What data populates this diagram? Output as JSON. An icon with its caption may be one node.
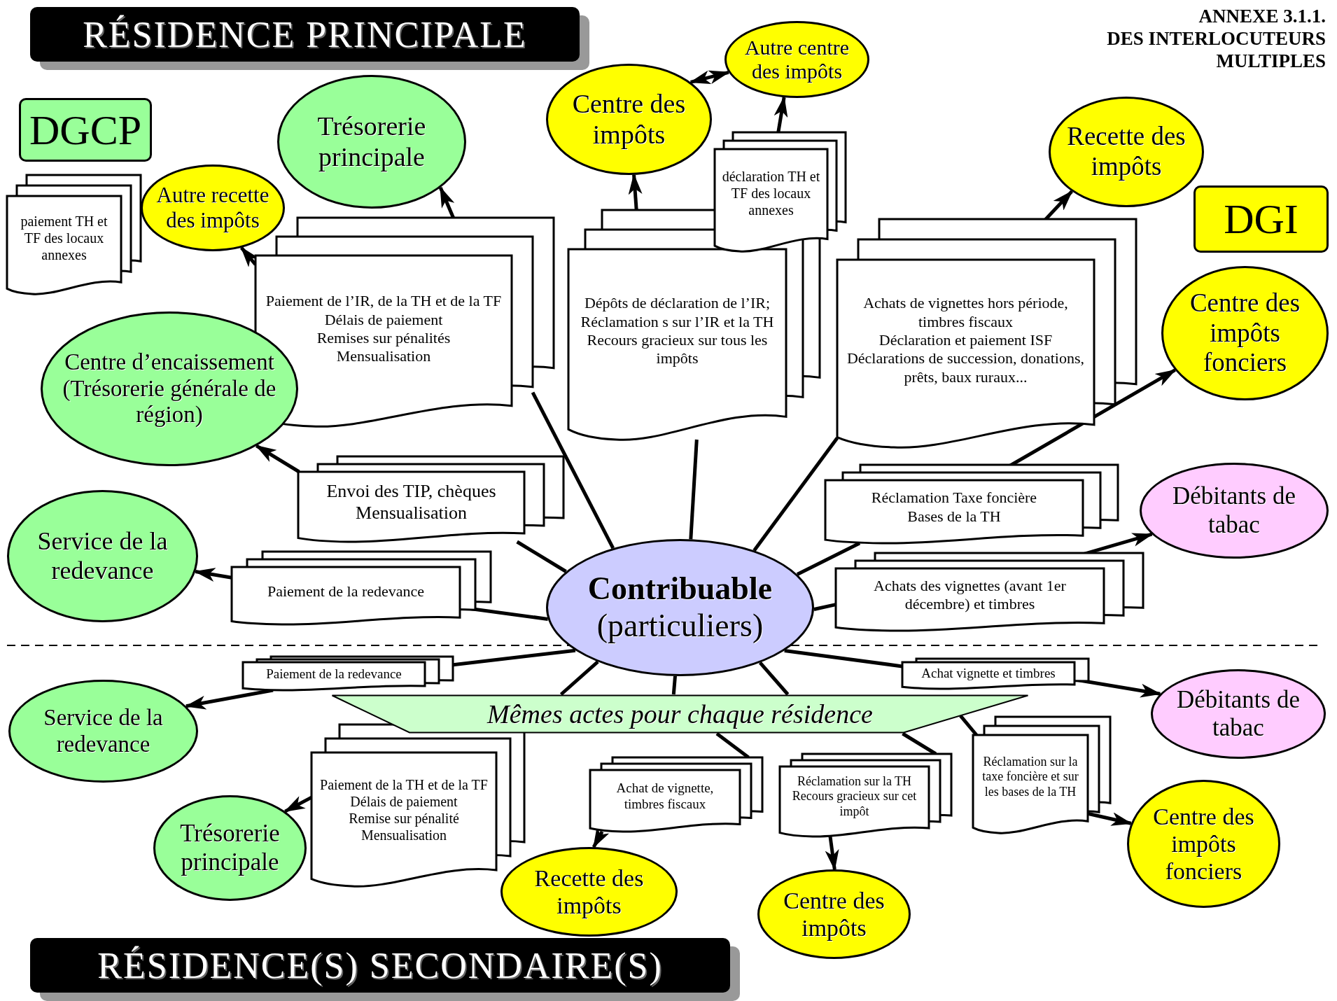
{
  "diagram": {
    "title": "ANNEXE 3.1.1.",
    "nodes": [
      {
        "text": [
          "RÉSIDENCE PRINCIPALE"
        ]
      },
      {
        "text": [
          "DGCP"
        ]
      },
      {
        "text": [
          "paiement TH et TF des locaux annexes"
        ]
      },
      {
        "text": [
          "Trésorerie principale"
        ]
      },
      {
        "text": [
          "Autre recette des impôts"
        ]
      },
      {
        "text": [
          "Paiement de l’IR, de la TH et de la TF",
          "Délais de paiement",
          "Remises sur pénalités",
          "Mensualisation"
        ]
      },
      {
        "text": [
          "Centre d’encaissement (Trésorerie générale de région)"
        ]
      },
      {
        "text": [
          "Centre des impôts"
        ]
      },
      {
        "text": [
          "Autre centre des impôts"
        ]
      },
      {
        "text": [
          "Dépôts de déclaration de l’IR; Réclamation s sur l’IR et la TH",
          "Recours gracieux sur tous les impôts"
        ]
      },
      {
        "text": [
          "déclaration TH et TF des locaux annexes"
        ]
      },
      {
        "text": [
          "Recette des impôts"
        ]
      },
      {
        "text": [
          "DGI"
        ]
      },
      {
        "text": [
          "Achats de vignettes hors période, timbres fiscaux",
          "Déclaration et paiement ISF",
          "Déclarations de succession, donations, prêts, baux ruraux..."
        ]
      },
      {
        "text": [
          "Centre des impôts fonciers"
        ]
      },
      {
        "text": [
          "Envoi des TIP, chèques",
          "Mensualisation"
        ]
      },
      {
        "text": [
          "Service de la redevance"
        ]
      },
      {
        "text": [
          "Paiement de la redevance"
        ]
      },
      {
        "text": [
          "Contribuable",
          "(particuliers)"
        ]
      },
      {
        "text": [
          "Réclamation Taxe foncière",
          "Bases de la TH"
        ]
      },
      {
        "text": [
          "Débitants de tabac"
        ]
      },
      {
        "text": [
          "Achats des vignettes (avant 1er décembre) et timbres"
        ]
      },
      {
        "text": [
          "Paiement de la redevance"
        ]
      },
      {
        "text": [
          "Service de la redevance"
        ]
      },
      {
        "text": [
          "Achat vignette et timbres"
        ]
      },
      {
        "text": [
          "Débitants de tabac"
        ]
      },
      {
        "text": [
          "Mêmes actes pour chaque résidence"
        ]
      },
      {
        "text": [
          "Paiement de la TH et de la TF",
          "Délais de paiement",
          "Remise sur pénalité",
          "Mensualisation"
        ]
      },
      {
        "text": [
          "Trésorerie principale"
        ]
      },
      {
        "text": [
          "Achat de vignette, timbres fiscaux"
        ]
      },
      {
        "text": [
          "Recette des impôts"
        ]
      },
      {
        "text": [
          "Réclamation sur la TH",
          "Recours gracieux sur cet impôt"
        ]
      },
      {
        "text": [
          "Centre des impôts"
        ]
      },
      {
        "text": [
          "Réclamation sur la taxe foncière et sur les bases de la TH"
        ]
      },
      {
        "text": [
          "Centre des impôts fonciers"
        ]
      },
      {
        "text": [
          "RÉSIDENCE(S) SECONDAIRE(S)"
        ]
      }
    ],
    "edges": [
      {
        "from": 18,
        "to": 5,
        "arrow": "none"
      },
      {
        "from": 18,
        "to": 15,
        "arrow": "none"
      },
      {
        "from": 18,
        "to": 17,
        "arrow": "none"
      },
      {
        "from": 18,
        "to": 9,
        "arrow": "none"
      },
      {
        "from": 18,
        "to": 13,
        "arrow": "none"
      },
      {
        "from": 18,
        "to": 19,
        "arrow": "none"
      },
      {
        "from": 18,
        "to": 21,
        "arrow": "none"
      },
      {
        "from": 18,
        "to": 22,
        "arrow": "none"
      },
      {
        "from": 18,
        "to": 24,
        "arrow": "none"
      },
      {
        "from": 18,
        "to": 26,
        "arrow": "none"
      },
      {
        "from": 18,
        "to": 26,
        "arrow": "none"
      },
      {
        "from": 18,
        "to": 26,
        "arrow": "none"
      },
      {
        "from": 26,
        "to": 29,
        "arrow": "none"
      },
      {
        "from": 26,
        "to": 31,
        "arrow": "none"
      },
      {
        "from": 26,
        "to": 33,
        "arrow": "none"
      },
      {
        "from": 5,
        "to": 3,
        "arrow": "to"
      },
      {
        "from": 5,
        "to": 4,
        "arrow": "to"
      },
      {
        "from": 15,
        "to": 6,
        "arrow": "to"
      },
      {
        "from": 17,
        "to": 16,
        "arrow": "to"
      },
      {
        "from": 9,
        "to": 7,
        "arrow": "to"
      },
      {
        "from": 7,
        "to": 8,
        "arrow": "both"
      },
      {
        "from": 10,
        "to": 8,
        "arrow": "to"
      },
      {
        "from": 13,
        "to": 11,
        "arrow": "to"
      },
      {
        "from": 19,
        "to": 14,
        "arrow": "to"
      },
      {
        "from": 21,
        "to": 20,
        "arrow": "to"
      },
      {
        "from": 22,
        "to": 23,
        "arrow": "to"
      },
      {
        "from": 24,
        "to": 25,
        "arrow": "to"
      },
      {
        "from": 27,
        "to": 28,
        "arrow": "to"
      },
      {
        "from": 29,
        "to": 30,
        "arrow": "to"
      },
      {
        "from": 31,
        "to": 32,
        "arrow": "to"
      },
      {
        "from": 33,
        "to": 34,
        "arrow": "to"
      }
    ],
    "labels": [
      "DES INTERLOCUTEURS MULTIPLES"
    ]
  }
}
